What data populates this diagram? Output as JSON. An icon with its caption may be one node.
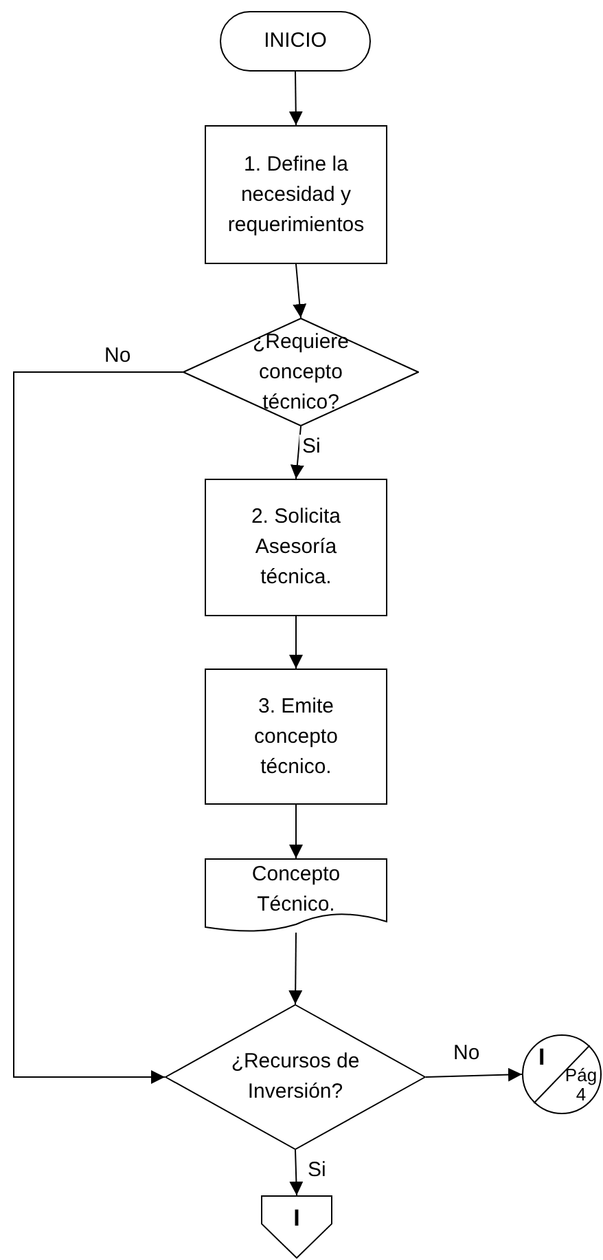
{
  "diagram": {
    "nodes": [
      {
        "text": [
          "INICIO"
        ]
      },
      {
        "text": [
          "1. Define la necesidad y requerimientos"
        ]
      },
      {
        "text": [
          "¿Requiere concepto técnico?"
        ]
      },
      {
        "text": [
          "2. Solicita Asesoría técnica."
        ]
      },
      {
        "text": [
          "3. Emite concepto técnico."
        ]
      },
      {
        "text": [
          "Concepto Técnico."
        ]
      },
      {
        "text": [
          "¿Recursos de Inversión?"
        ]
      },
      {
        "text": [
          "I",
          "Pág 4"
        ]
      },
      {
        "text": [
          "I"
        ]
      }
    ],
    "edges": [
      {
        "from": 0,
        "to": 1,
        "arrow": "to"
      },
      {
        "from": 1,
        "to": 2,
        "arrow": "to"
      },
      {
        "from": 2,
        "to": 3,
        "arrow": "to",
        "label": "Si"
      },
      {
        "from": 3,
        "to": 4,
        "arrow": "to"
      },
      {
        "from": 4,
        "to": 5,
        "arrow": "to"
      },
      {
        "from": 5,
        "to": 6,
        "arrow": "to"
      },
      {
        "from": 2,
        "to": 6,
        "arrow": "to",
        "label": "No"
      },
      {
        "from": 6,
        "to": 7,
        "arrow": "to",
        "label": "No"
      },
      {
        "from": 6,
        "to": 8,
        "arrow": "to",
        "label": "Si"
      }
    ]
  }
}
